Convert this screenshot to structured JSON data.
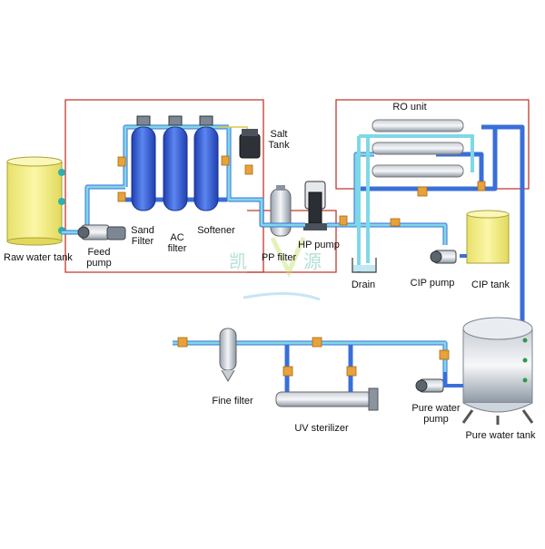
{
  "labels": {
    "raw_water_tank": "Raw water tank",
    "feed_pump_1": "Feed",
    "feed_pump_2": "pump",
    "sand_filter_1": "Sand",
    "sand_filter_2": "Filter",
    "ac_filter_1": "AC",
    "ac_filter_2": "filter",
    "softener": "Softener",
    "salt_tank_1": "Salt",
    "salt_tank_2": "Tank",
    "ro_unit": "RO unit",
    "pp_filter": "PP filter",
    "hp_pump": "HP pump",
    "drain": "Drain",
    "cip_pump": "CIP pump",
    "cip_tank": "CIP tank",
    "fine_filter": "Fine filter",
    "uv_sterilizer": "UV sterilizer",
    "pure_water_pump_1": "Pure water",
    "pure_water_pump_2": "pump",
    "pure_water_tank": "Pure water tank"
  },
  "watermark": {
    "text_left": "凯",
    "text_right": "源"
  },
  "colors": {
    "pipe_blue": "#3a6fd8",
    "pipe_cyan": "#7fd8e8",
    "frame_red": "#c0392b",
    "tank_yellow": "#f5f08a",
    "vessel_blue": "#3b63d6",
    "valve_orange": "#e8a23a"
  }
}
